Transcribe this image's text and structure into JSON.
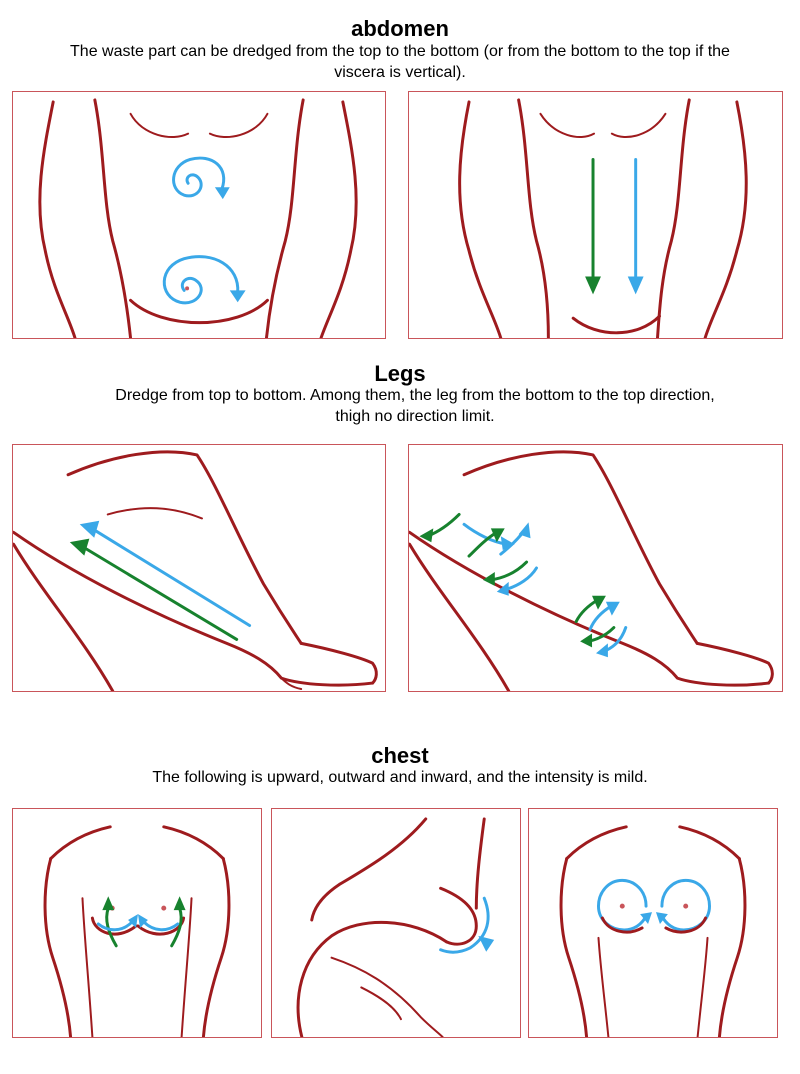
{
  "sections": {
    "abdomen": {
      "title": "abdomen",
      "description": "The waste part can be dredged from the top to the bottom (or from the bottom to the top if the viscera is vertical)."
    },
    "legs": {
      "title": "Legs",
      "description": "Dredge from top to bottom. Among them, the leg from the bottom to the top direction, thigh no direction limit."
    },
    "chest": {
      "title": "chest",
      "description": "The following is upward, outward and inward, and the intensity is mild."
    }
  },
  "colors": {
    "outline": "#9e1b1e",
    "panel_border": "#c9555a",
    "arrow_blue": "#3aa8e8",
    "arrow_green": "#17822e"
  }
}
